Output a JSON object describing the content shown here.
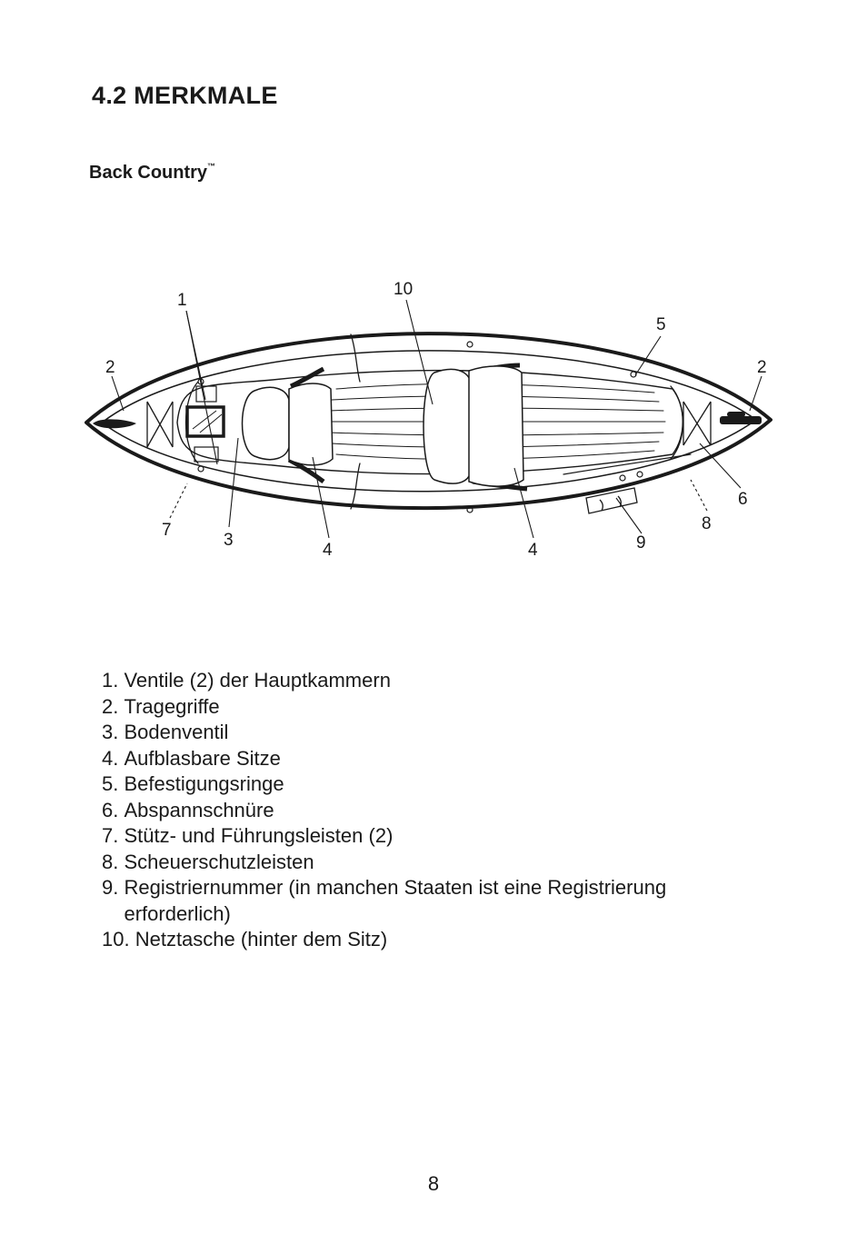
{
  "section": {
    "title": "4.2 MERKMALE"
  },
  "product": {
    "name": "Back Country",
    "mark": "™"
  },
  "diagram": {
    "callouts": [
      {
        "id": "1",
        "label": "1"
      },
      {
        "id": "2-left",
        "label": "2"
      },
      {
        "id": "2-right",
        "label": "2"
      },
      {
        "id": "3",
        "label": "3"
      },
      {
        "id": "4-left",
        "label": "4"
      },
      {
        "id": "4-right",
        "label": "4"
      },
      {
        "id": "5",
        "label": "5"
      },
      {
        "id": "6",
        "label": "6"
      },
      {
        "id": "7",
        "label": "7"
      },
      {
        "id": "8",
        "label": "8"
      },
      {
        "id": "9",
        "label": "9"
      },
      {
        "id": "10",
        "label": "10"
      }
    ]
  },
  "features": [
    {
      "num": "1. ",
      "text": "Ventile (2) der Hauptkammern"
    },
    {
      "num": "2. ",
      "text": "Tragegriffe"
    },
    {
      "num": "3. ",
      "text": "Bodenventil"
    },
    {
      "num": "4. ",
      "text": "Aufblasbare Sitze"
    },
    {
      "num": "5. ",
      "text": "Befestigungsringe"
    },
    {
      "num": "6. ",
      "text": "Abspannschnüre"
    },
    {
      "num": "7. ",
      "text": "Stütz- und Führungsleisten (2)"
    },
    {
      "num": "8. ",
      "text": "Scheuerschutzleisten"
    },
    {
      "num": "9. ",
      "text": "Registriernummer (in manchen Staaten ist eine Registrierung erforderlich)"
    },
    {
      "num": "10. ",
      "text": "Netztasche (hinter dem Sitz)"
    }
  ],
  "page": {
    "number": "8"
  }
}
